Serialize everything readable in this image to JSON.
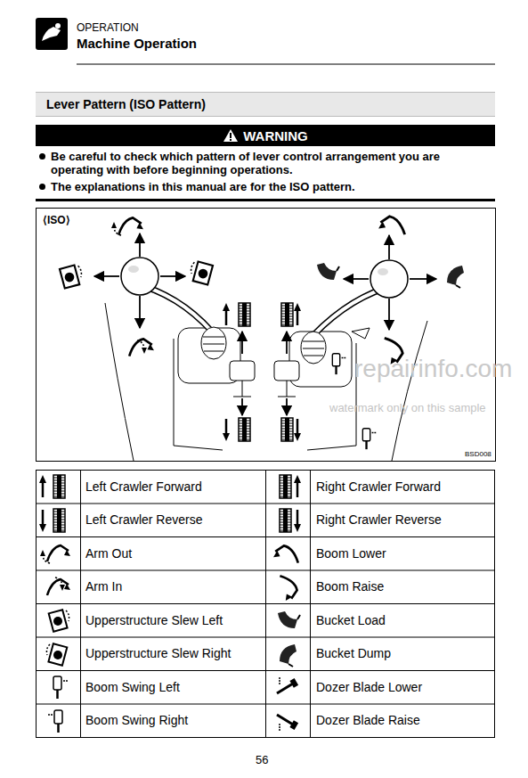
{
  "diagram": {
    "title": "Machine Operation",
    "nodes": [
      {
        "text": [
          "Lever Pattern (ISO Pattern)"
        ]
      },
      {
        "text": [
          "WARNING",
          "Be careful to check which pattern of lever control arrangement you are operating with before beginning operations.",
          "The explanations in this manual are for the ISO pattern."
        ]
      }
    ],
    "labels": [
      "OPERATION",
      "⟨ISO⟩",
      "BSD008",
      "repairinfo.com",
      "watermark only on this sample",
      "Left Crawler Forward",
      "Right Crawler Forward",
      "Left Crawler Reverse",
      "Right Crawler Reverse",
      "Arm Out",
      "Boom Lower",
      "Arm In",
      "Boom Raise",
      "Upperstructure Slew Left",
      "Bucket Load",
      "Upperstructure Slew Right",
      "Bucket Dump",
      "Boom Swing Left",
      "Dozer Blade Lower",
      "Boom Swing Right",
      "Dozer Blade Raise",
      "56"
    ]
  }
}
